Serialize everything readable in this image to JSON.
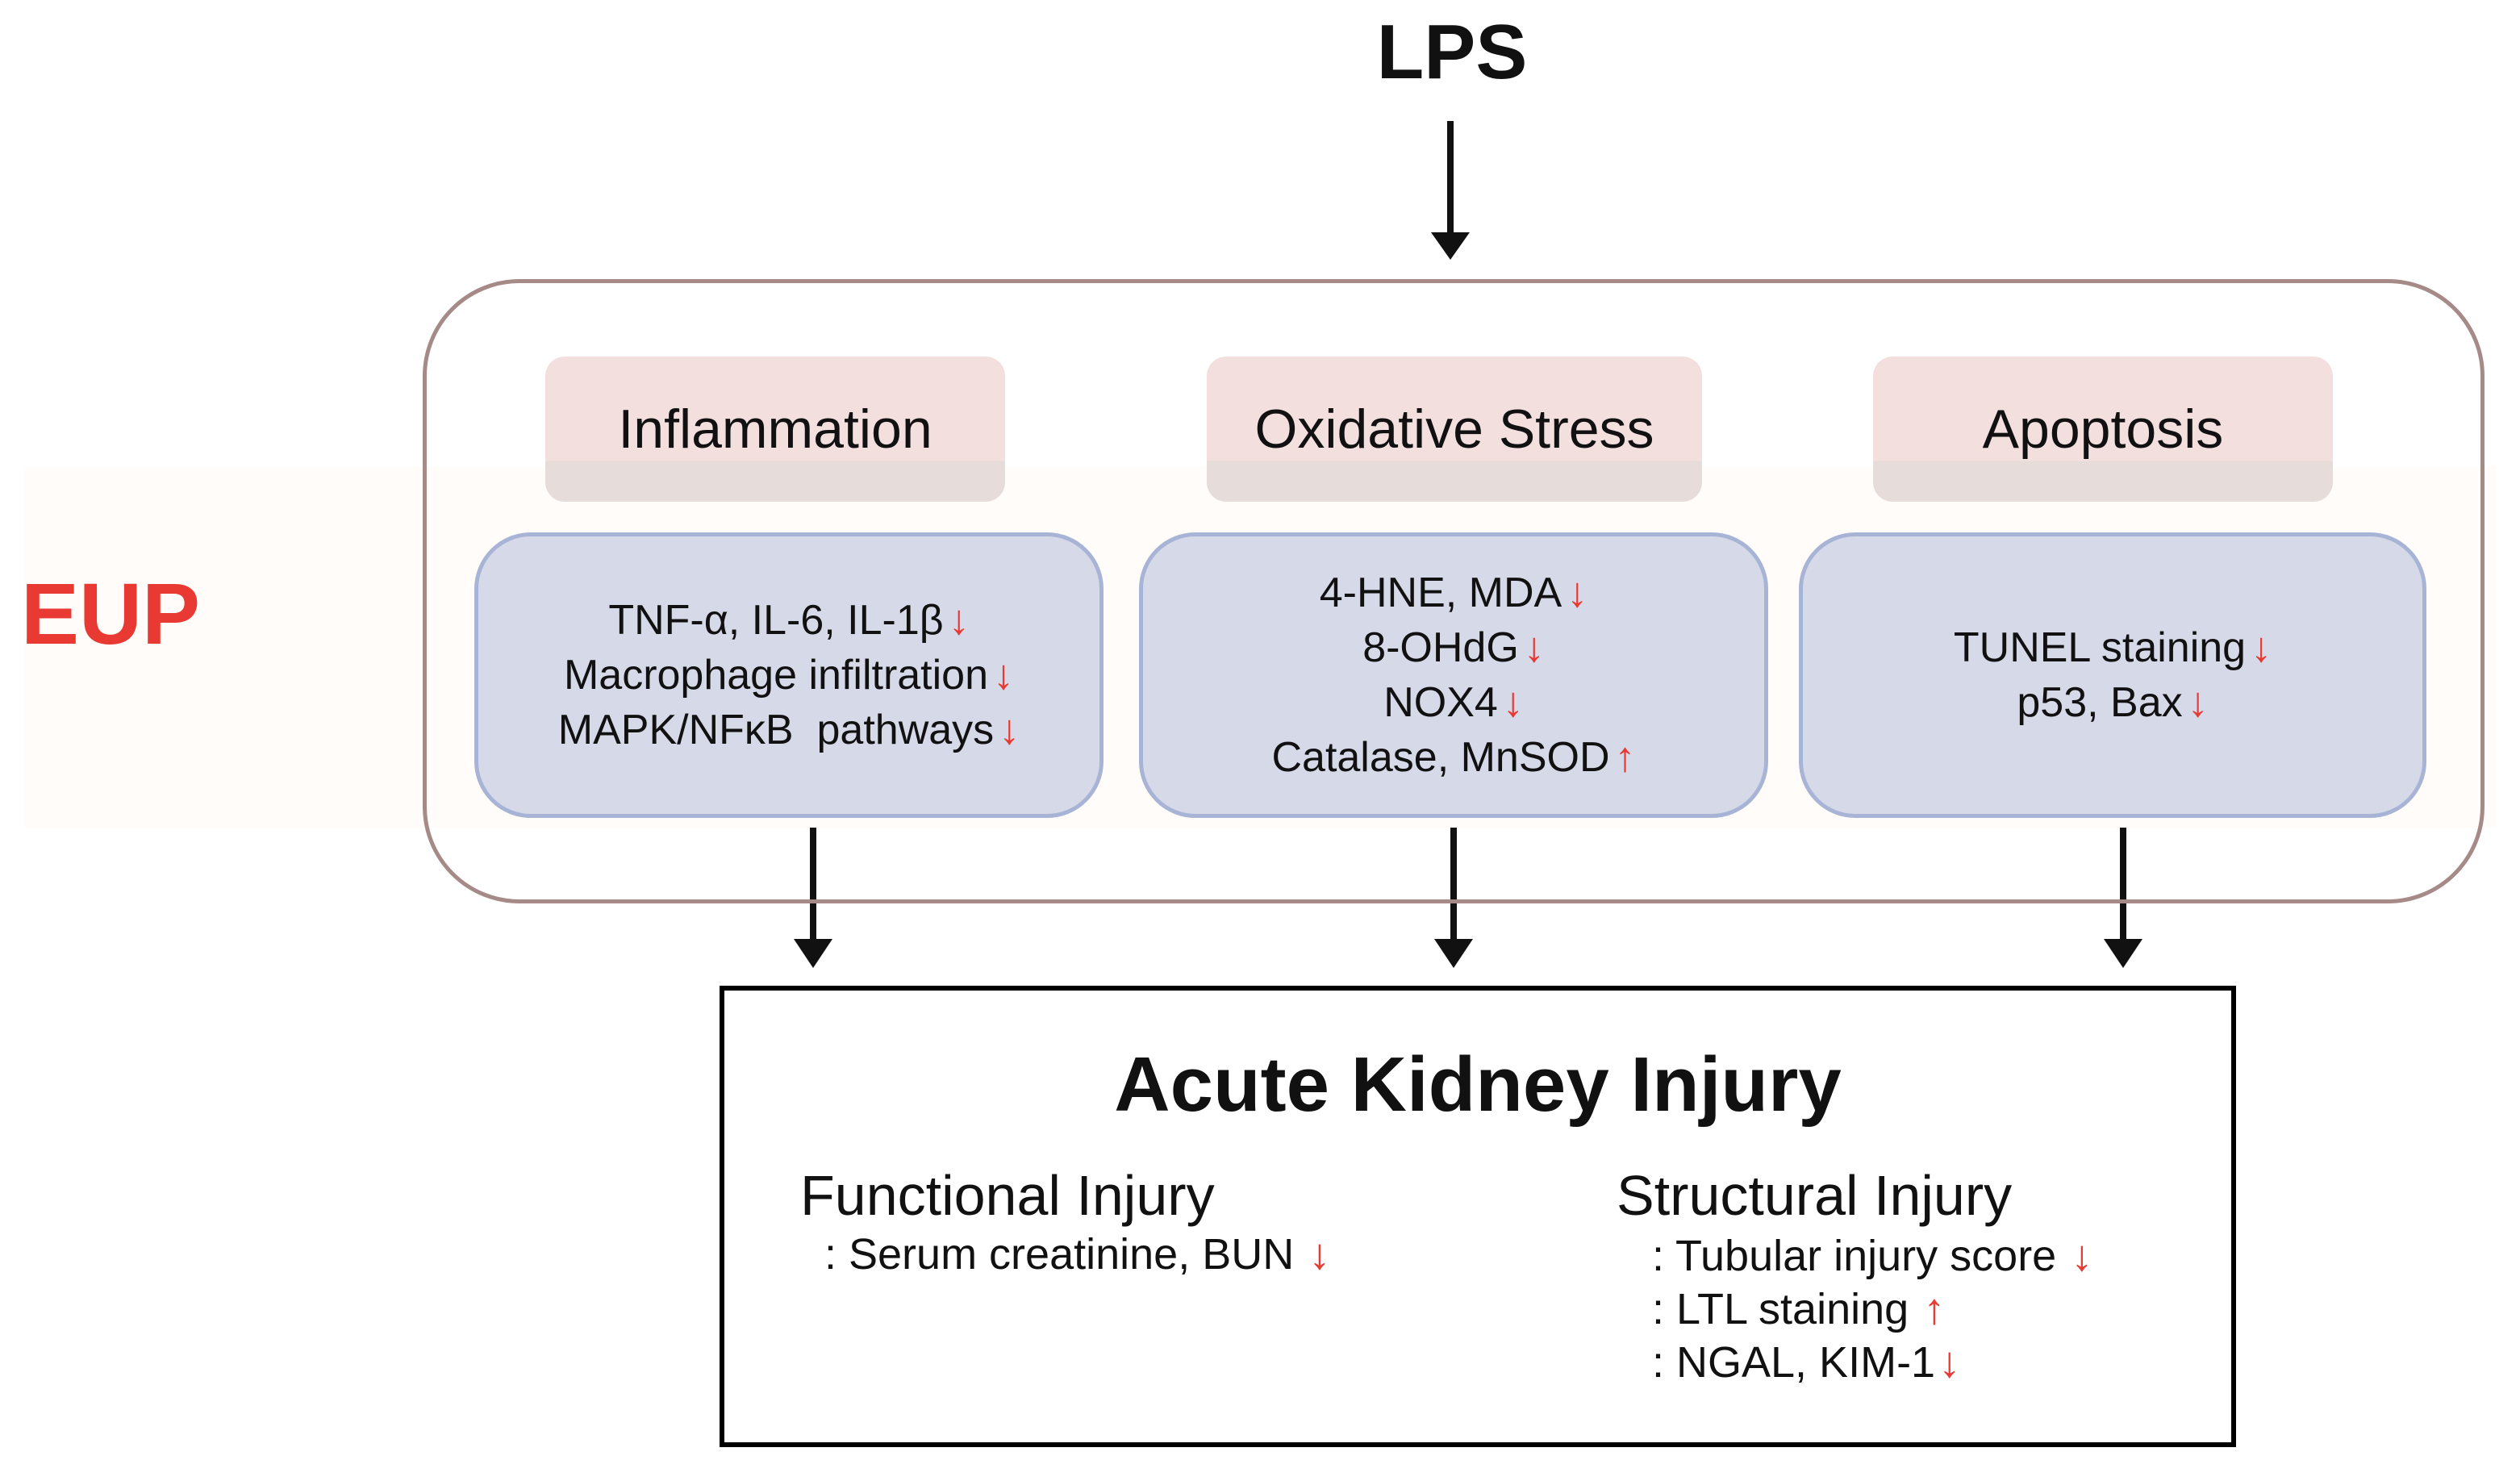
{
  "top_input": "LPS",
  "inhibitor": "EUP",
  "categories": [
    {
      "id": "inflammation",
      "title": "Inflammation",
      "items": [
        {
          "text": "TNF-α, IL-6, IL-1β",
          "trend": "↓"
        },
        {
          "text": "Macrophage infiltration",
          "trend": "↓"
        },
        {
          "text": "MAPK/NFκB  pathways",
          "trend": "↓"
        }
      ]
    },
    {
      "id": "oxidative",
      "title": "Oxidative Stress",
      "items": [
        {
          "text": "4-HNE, MDA",
          "trend": "↓"
        },
        {
          "text": "8-OHdG",
          "trend": "↓"
        },
        {
          "text": "NOX4",
          "trend": "↓"
        },
        {
          "text": "Catalase, MnSOD",
          "trend": "↑"
        }
      ]
    },
    {
      "id": "apoptosis",
      "title": "Apoptosis",
      "items": [
        {
          "text": "TUNEL staining",
          "trend": "↓"
        },
        {
          "text": "p53, Bax",
          "trend": "↓"
        }
      ]
    }
  ],
  "outcome": {
    "title": "Acute Kidney Injury",
    "functional": {
      "title": "Functional Injury",
      "items": [
        {
          "text": ": Serum creatinine, BUN",
          "trend": "↓"
        }
      ]
    },
    "structural": {
      "title": "Structural Injury",
      "items": [
        {
          "text": ": Tubular injury score",
          "trend": "↓"
        },
        {
          "text": ": LTL staining",
          "trend": "↑"
        },
        {
          "text": ": NGAL, KIM-1",
          "trend": "↓"
        }
      ]
    }
  },
  "colors": {
    "accent_red": "#e83a32",
    "panel_blue": "#d6dae8",
    "header_pink": "#f4dfdf",
    "outline_brown": "#a68a88"
  }
}
